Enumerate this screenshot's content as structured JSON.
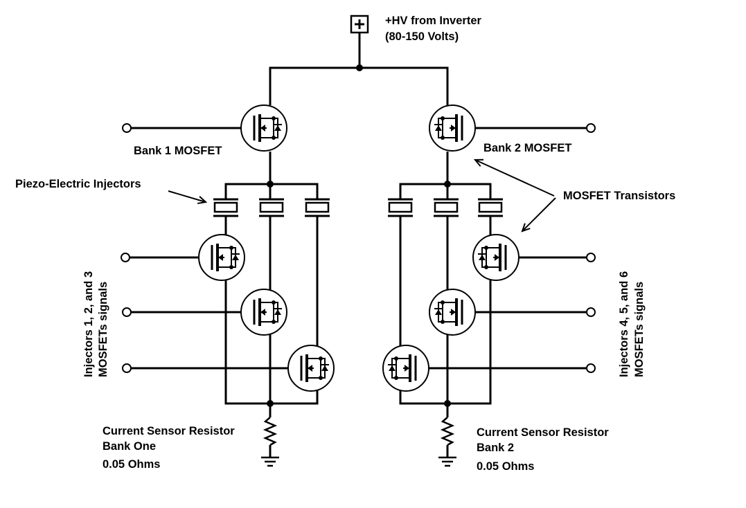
{
  "supply": {
    "line1": "+HV from Inverter",
    "line2": "(80-150 Volts)"
  },
  "bank1": {
    "mosfet_label": "Bank 1 MOSFET",
    "signals_line1": "Injectors 1, 2, and 3",
    "signals_line2": "MOSFETs  signals",
    "sensor_line1": "Current Sensor Resistor",
    "sensor_line2": "Bank One",
    "sensor_value": "0.05 Ohms"
  },
  "bank2": {
    "mosfet_label": "Bank 2 MOSFET",
    "signals_line1": "Injectors 4, 5, and 6",
    "signals_line2": "MOSFETs  signals",
    "sensor_line1": "Current Sensor Resistor",
    "sensor_line2": "Bank 2",
    "sensor_value": "0.05 Ohms"
  },
  "callouts": {
    "injectors": "Piezo-Electric Injectors",
    "transistors": "MOSFET Transistors"
  }
}
